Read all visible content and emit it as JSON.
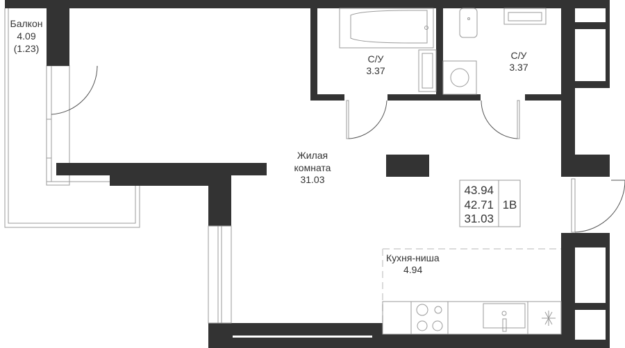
{
  "rooms": {
    "balcony": {
      "name": "Балкон",
      "area": "4.09",
      "reduced_area": "(1.23)"
    },
    "living": {
      "name_line1": "Жилая",
      "name_line2": "комната",
      "area": "31.03"
    },
    "bathroom1": {
      "name": "С/У",
      "area": "3.37"
    },
    "bathroom2": {
      "name": "С/У",
      "area": "3.37"
    },
    "kitchen": {
      "name": "Кухня-ниша",
      "area": "4.94"
    }
  },
  "summary": {
    "total_area": "43.94",
    "area_without_balcony": "42.71",
    "living_area": "31.03",
    "unit_type": "1В"
  },
  "colors": {
    "wall": "#333333",
    "line": "#555555"
  }
}
